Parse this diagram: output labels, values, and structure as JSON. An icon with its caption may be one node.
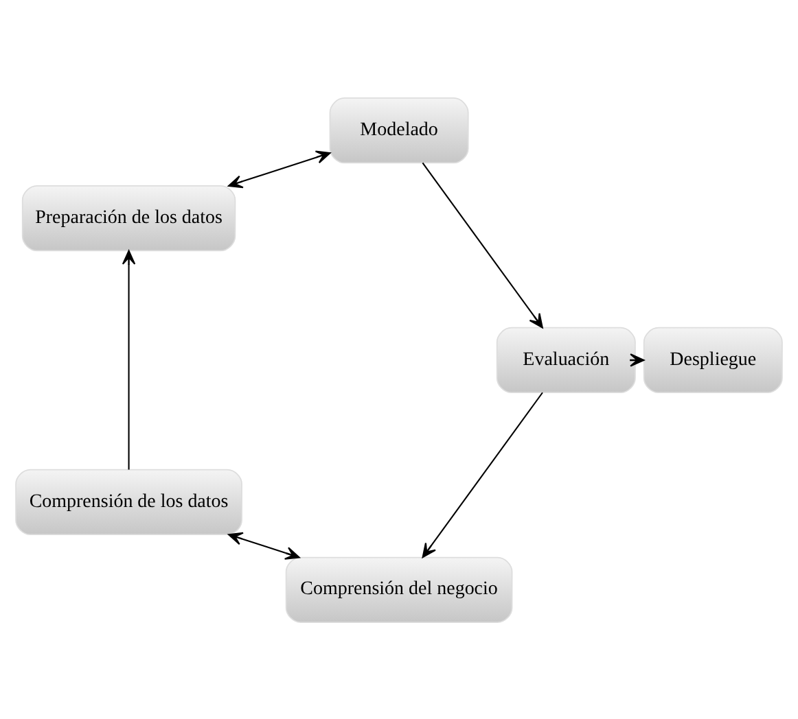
{
  "diagram": {
    "nodes": [
      {
        "text": [
          "Comprensión del negocio"
        ]
      },
      {
        "text": [
          "Despliegue"
        ]
      },
      {
        "text": [
          "Comprensión de los datos"
        ]
      },
      {
        "text": [
          "Preparación de los datos"
        ]
      },
      {
        "text": [
          "Evaluación"
        ]
      },
      {
        "text": [
          "Modelado"
        ]
      }
    ],
    "edges": [
      {
        "from": 0,
        "to": 2,
        "arrow": "both"
      },
      {
        "from": 2,
        "to": 3,
        "arrow": "to"
      },
      {
        "from": 3,
        "to": 5,
        "arrow": "both"
      },
      {
        "from": 5,
        "to": 4,
        "arrow": "to"
      },
      {
        "from": 4,
        "to": 0,
        "arrow": "to"
      },
      {
        "from": 4,
        "to": 1,
        "arrow": "to"
      }
    ]
  }
}
